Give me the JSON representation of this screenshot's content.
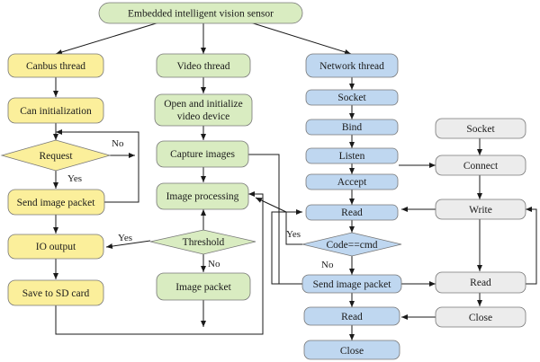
{
  "title": "Embedded intelligent vision sensor",
  "canbus": {
    "thread": "Canbus thread",
    "init": "Can initialization",
    "request": "Request",
    "send": "Send image packet",
    "io": "IO output",
    "save": "Save to SD card",
    "no": "No",
    "yes": "Yes",
    "yes2": "Yes"
  },
  "video": {
    "thread": "Video thread",
    "open1": "Open and initialize",
    "open2": "video device",
    "capture": "Capture images",
    "processing": "Image processing",
    "threshold": "Threshold",
    "no": "No",
    "packet": "Image packet"
  },
  "network": {
    "thread": "Network thread",
    "socket": "Socket",
    "bind": "Bind",
    "listen": "Listen",
    "accept": "Accept",
    "read": "Read",
    "code": "Code==cmd",
    "yes": "Yes",
    "no": "No",
    "send": "Send image packet",
    "read2": "Read",
    "close": "Close"
  },
  "client": {
    "socket": "Socket",
    "connect": "Connect",
    "write": "Write",
    "read": "Read",
    "close": "Close"
  },
  "colors": {
    "yellow": "#fbef9b",
    "green": "#d9ecc1",
    "blue": "#bfd7f0",
    "gray": "#ececec"
  }
}
